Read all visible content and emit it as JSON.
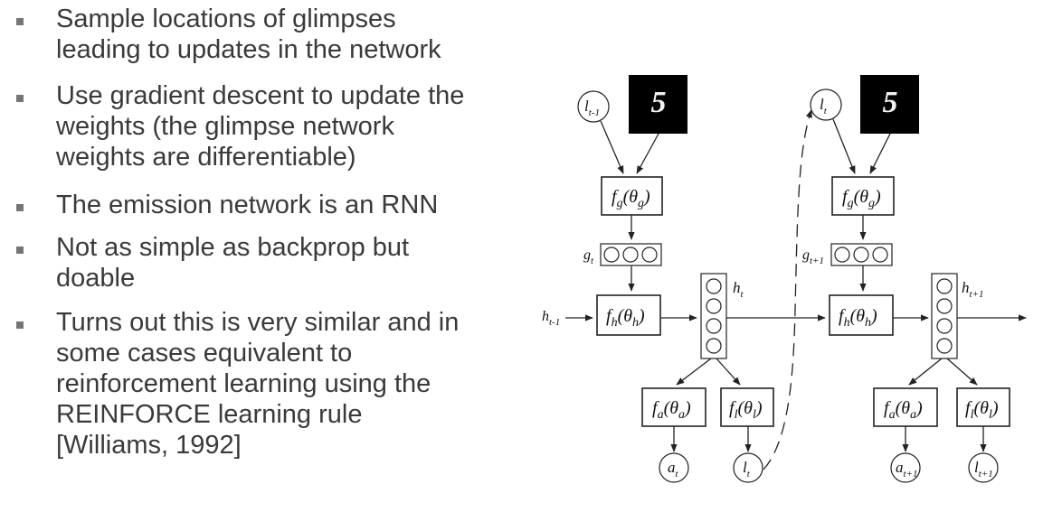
{
  "bullets": [
    {
      "text": "Sample locations of glimpses\nleading to updates in the network"
    },
    {
      "text": "Use gradient descent to update the\nweights (the glimpse network\nweights are differentiable)"
    },
    {
      "text": "The emission network is an RNN"
    },
    {
      "text": "Not as simple as backprop but\ndoable"
    },
    {
      "text": "Turns out this is very similar and in\nsome cases equivalent to\nreinforcement learning using the\nREINFORCE learning rule\n[Williams, 1992]"
    }
  ],
  "diagram": {
    "glimpse_digit": "5",
    "step1": {
      "l_in": {
        "base": "l",
        "sub": "t-1"
      },
      "fg": {
        "f": "f",
        "fsub": "g",
        "theta_sub": "g"
      },
      "g": {
        "base": "g",
        "sub": "t"
      },
      "h_in": {
        "base": "h",
        "sub": "t-1"
      },
      "fh": {
        "f": "f",
        "fsub": "h",
        "theta_sub": "h"
      },
      "h": {
        "base": "h",
        "sub": "t"
      },
      "fa": {
        "f": "f",
        "fsub": "a",
        "theta_sub": "a"
      },
      "fl": {
        "f": "f",
        "fsub": "l",
        "theta_sub": "l"
      },
      "a_out": {
        "base": "a",
        "sub": "t"
      },
      "l_out": {
        "base": "l",
        "sub": "t"
      }
    },
    "step2": {
      "l_in": {
        "base": "l",
        "sub": "t"
      },
      "fg": {
        "f": "f",
        "fsub": "g",
        "theta_sub": "g"
      },
      "g": {
        "base": "g",
        "sub": "t+1"
      },
      "fh": {
        "f": "f",
        "fsub": "h",
        "theta_sub": "h"
      },
      "h": {
        "base": "h",
        "sub": "t+1"
      },
      "fa": {
        "f": "f",
        "fsub": "a",
        "theta_sub": "a"
      },
      "fl": {
        "f": "f",
        "fsub": "l",
        "theta_sub": "l"
      },
      "a_out": {
        "base": "a",
        "sub": "t+1"
      },
      "l_out": {
        "base": "l",
        "sub": "t+1"
      }
    }
  }
}
